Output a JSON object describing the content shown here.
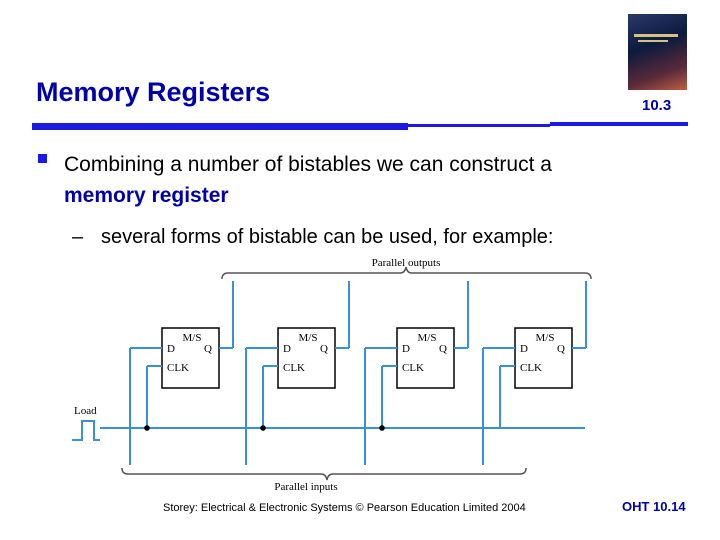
{
  "header": {
    "title": "Memory Registers",
    "section_number": "10.3"
  },
  "body": {
    "bullet_text": "Combining a number of bistables we can construct a",
    "bullet_emphasis": "memory register",
    "sub_dash": "–",
    "sub_text": "several forms of bistable can be used, for example:"
  },
  "diagram": {
    "parallel_outputs_label": "Parallel outputs",
    "parallel_inputs_label": "Parallel inputs",
    "load_label": "Load",
    "bistables": [
      {
        "mode": "M/S",
        "d": "D",
        "q": "Q",
        "clk": "CLK"
      },
      {
        "mode": "M/S",
        "d": "D",
        "q": "Q",
        "clk": "CLK"
      },
      {
        "mode": "M/S",
        "d": "D",
        "q": "Q",
        "clk": "CLK"
      },
      {
        "mode": "M/S",
        "d": "D",
        "q": "Q",
        "clk": "CLK"
      }
    ],
    "colors": {
      "wire": "#3a8fd8",
      "box": "#000000",
      "bracket": "#555555"
    }
  },
  "footer": {
    "credit": "Storey: Electrical & Electronic Systems © Pearson Education Limited 2004",
    "page": "OHT 10.14"
  }
}
